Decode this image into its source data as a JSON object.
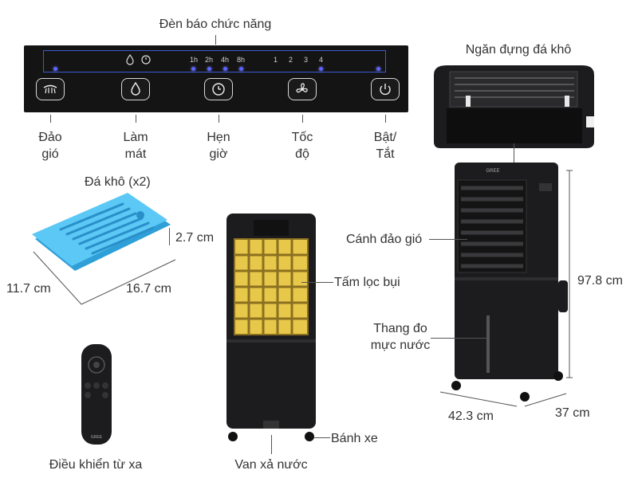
{
  "labels": {
    "indicator": "Đèn báo chức năng",
    "swing": [
      "Đảo",
      "gió"
    ],
    "cool": [
      "Làm",
      "mát"
    ],
    "timer": [
      "Hẹn",
      "giờ"
    ],
    "speed": [
      "Tốc",
      "độ"
    ],
    "power": [
      "Bật/",
      "Tắt"
    ],
    "ice_box": "Ngăn đựng đá khô",
    "ice_pack": "Đá khô (x2)",
    "ice_thick": "2.7 cm",
    "ice_w": "11.7 cm",
    "ice_l": "16.7 cm",
    "louver": "Cánh đảo gió",
    "height": "97.8 cm",
    "filter": "Tấm lọc bụi",
    "gauge": [
      "Thang đo",
      "mực nước"
    ],
    "width": "42.3 cm",
    "depth": "37 cm",
    "remote": "Điều khiển từ xa",
    "drain": "Van xả nước",
    "wheel": "Bánh xe"
  },
  "panel": {
    "timer_marks": [
      "1h",
      "2h",
      "4h",
      "8h"
    ],
    "speed_marks": [
      "1",
      "2",
      "3",
      "4"
    ]
  },
  "brand": "GREE",
  "colors": {
    "device": "#1c1c1e",
    "indicator_led": "#5b63ff",
    "panel_frame": "#3c5bd6",
    "ice_pack": "#5bc8f5",
    "filter": "#e8c84a"
  },
  "icons": [
    "swing-icon",
    "drop-icon",
    "timer-icon",
    "fan-icon",
    "power-icon"
  ]
}
